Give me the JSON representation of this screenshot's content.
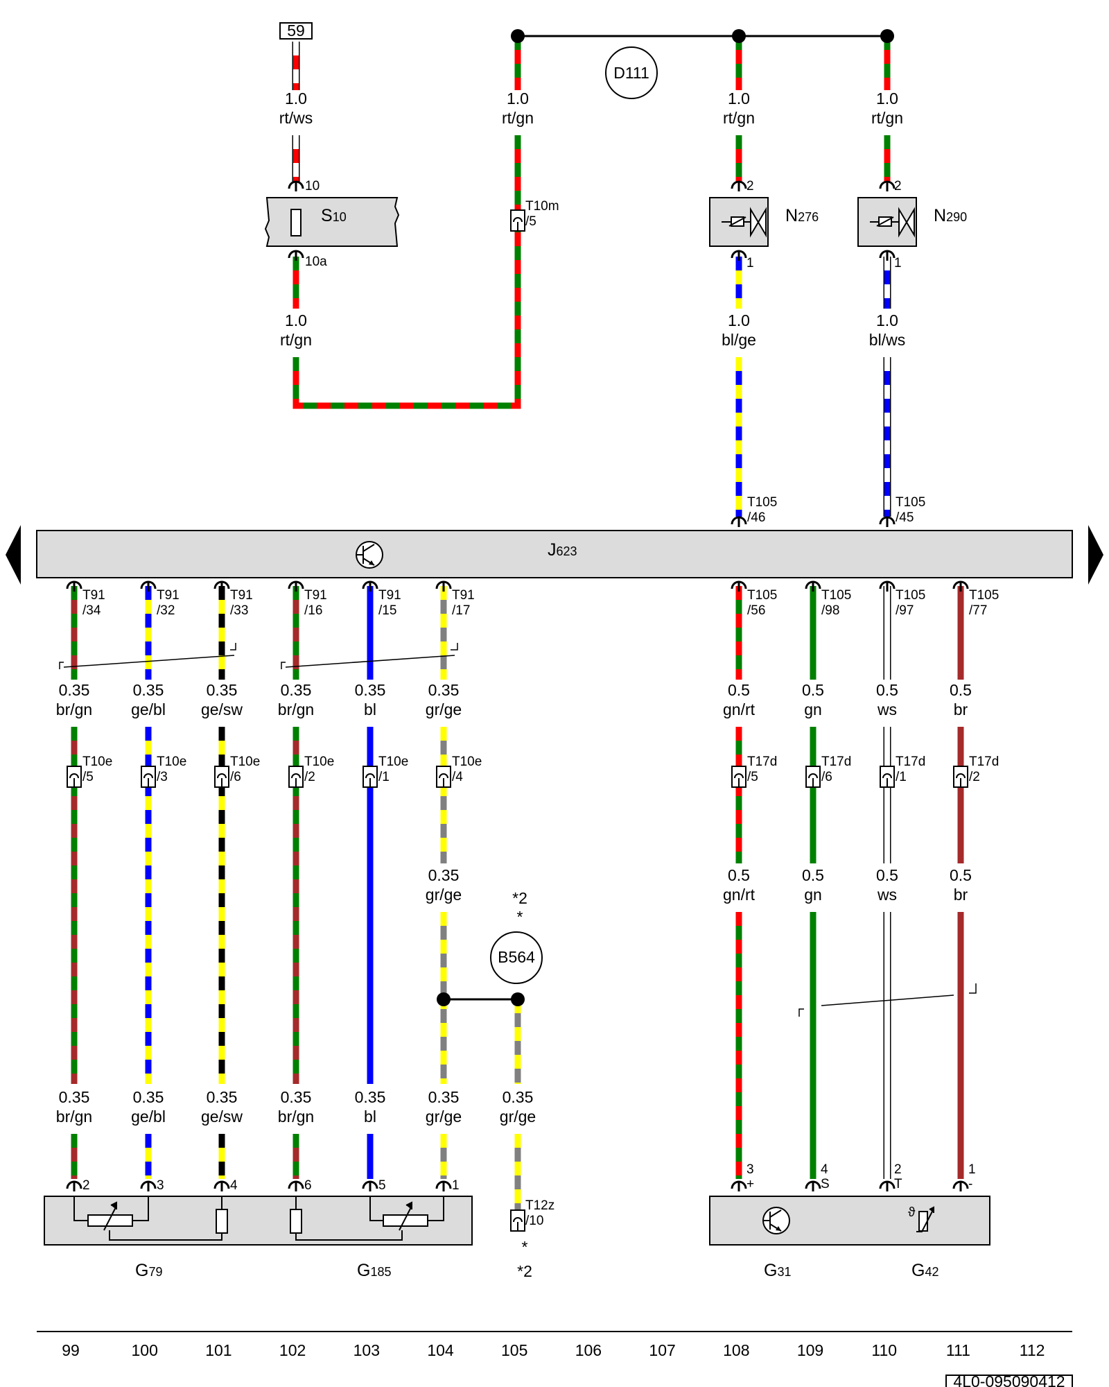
{
  "colors": {
    "rt": "#ff0000",
    "gn": "#008000",
    "ws": "#ffffff",
    "bl": "#0000ff",
    "ge": "#ffff00",
    "sw": "#000000",
    "br": "#a52a2a",
    "gr": "#808080",
    "box_fill": "#dcdcdc",
    "line": "#000000"
  },
  "terminal_59": "59",
  "labels": {
    "w_a_s": "1.0",
    "w_a_c": "rt/ws",
    "w_b_s": "1.0",
    "w_b_c": "rt/gn",
    "w_c_s": "1.0",
    "w_c_c": "rt/gn",
    "w_d_s": "1.0",
    "w_d_c": "rt/gn",
    "w_e_s": "1.0",
    "w_e_c": "rt/gn",
    "w_f_s": "1.0",
    "w_f_c": "bl/ge",
    "w_g_s": "1.0",
    "w_g_c": "bl/ws",
    "u1_s": "0.35",
    "u1_c": "br/gn",
    "u2_s": "0.35",
    "u2_c": "ge/bl",
    "u3_s": "0.35",
    "u3_c": "ge/sw",
    "u4_s": "0.35",
    "u4_c": "br/gn",
    "u5_s": "0.35",
    "u5_c": "bl",
    "u6_s": "0.35",
    "u6_c": "gr/ge",
    "u7_s": "0.5",
    "u7_c": "gn/rt",
    "u8_s": "0.5",
    "u8_c": "gn",
    "u9_s": "0.5",
    "u9_c": "ws",
    "u10_s": "0.5",
    "u10_c": "br",
    "m6_s": "0.35",
    "m6_c": "gr/ge",
    "m7_s": "0.5",
    "m7_c": "gn/rt",
    "m8_s": "0.5",
    "m8_c": "gn",
    "m9_s": "0.5",
    "m9_c": "ws",
    "m10_s": "0.5",
    "m10_c": "br",
    "l1_s": "0.35",
    "l1_c": "br/gn",
    "l2_s": "0.35",
    "l2_c": "ge/bl",
    "l3_s": "0.35",
    "l3_c": "ge/sw",
    "l4_s": "0.35",
    "l4_c": "br/gn",
    "l5_s": "0.35",
    "l5_c": "bl",
    "l6_s": "0.35",
    "l6_c": "gr/ge",
    "l6b_s": "0.35",
    "l6b_c": "gr/ge"
  },
  "components": {
    "s10": "S",
    "s10_sub": "10",
    "n276": "N",
    "n276_sub": "276",
    "n290": "N",
    "n290_sub": "290",
    "j623": "J",
    "j623_sub": "623",
    "g79": "G",
    "g79_sub": "79",
    "g185": "G",
    "g185_sub": "185",
    "g31": "G",
    "g31_sub": "31",
    "g42": "G",
    "g42_sub": "42",
    "d111": "D111",
    "b564": "B564"
  },
  "pins": {
    "s10_top": "10",
    "s10_bot": "10a",
    "t10m_a": "T10m",
    "t10m_b": "/5",
    "n276_top": "2",
    "n276_bot": "1",
    "n290_top": "2",
    "n290_bot": "1",
    "t105_46_a": "T105",
    "t105_46_b": "/46",
    "t105_45_a": "T105",
    "t105_45_b": "/45",
    "t91_34_a": "T91",
    "t91_34_b": "/34",
    "t91_32_a": "T91",
    "t91_32_b": "/32",
    "t91_33_a": "T91",
    "t91_33_b": "/33",
    "t91_16_a": "T91",
    "t91_16_b": "/16",
    "t91_15_a": "T91",
    "t91_15_b": "/15",
    "t91_17_a": "T91",
    "t91_17_b": "/17",
    "t105_56_a": "T105",
    "t105_56_b": "/56",
    "t105_98_a": "T105",
    "t105_98_b": "/98",
    "t105_97_a": "T105",
    "t105_97_b": "/97",
    "t105_77_a": "T105",
    "t105_77_b": "/77",
    "t10e_5_a": "T10e",
    "t10e_5_b": "/5",
    "t10e_3_a": "T10e",
    "t10e_3_b": "/3",
    "t10e_6_a": "T10e",
    "t10e_6_b": "/6",
    "t10e_2_a": "T10e",
    "t10e_2_b": "/2",
    "t10e_1_a": "T10e",
    "t10e_1_b": "/1",
    "t10e_4_a": "T10e",
    "t10e_4_b": "/4",
    "t17d_5_a": "T17d",
    "t17d_5_b": "/5",
    "t17d_6_a": "T17d",
    "t17d_6_b": "/6",
    "t17d_1_a": "T17d",
    "t17d_1_b": "/1",
    "t17d_2_a": "T17d",
    "t17d_2_b": "/2",
    "t12z_a": "T12z",
    "t12z_b": "/10",
    "g79_p2": "2",
    "g79_p3": "3",
    "g79_p4": "4",
    "g185_p6": "6",
    "g185_p5": "5",
    "g185_p1": "1",
    "g31_p3": "3",
    "g31_p3s": "+",
    "g31_p4": "4",
    "g31_p4s": "S",
    "g42_p2": "2",
    "g42_p2s": "T",
    "g42_p1": "1",
    "g42_p1s": "-",
    "theta": "ϑ"
  },
  "footnotes": {
    "b564_top": "*2",
    "b564_star": "*",
    "t12z_star": "*",
    "t12z_bot": "*2"
  },
  "columns": [
    "99",
    "100",
    "101",
    "102",
    "103",
    "104",
    "105",
    "106",
    "107",
    "108",
    "109",
    "110",
    "111",
    "112"
  ],
  "doc_id": "4L0-095090412"
}
